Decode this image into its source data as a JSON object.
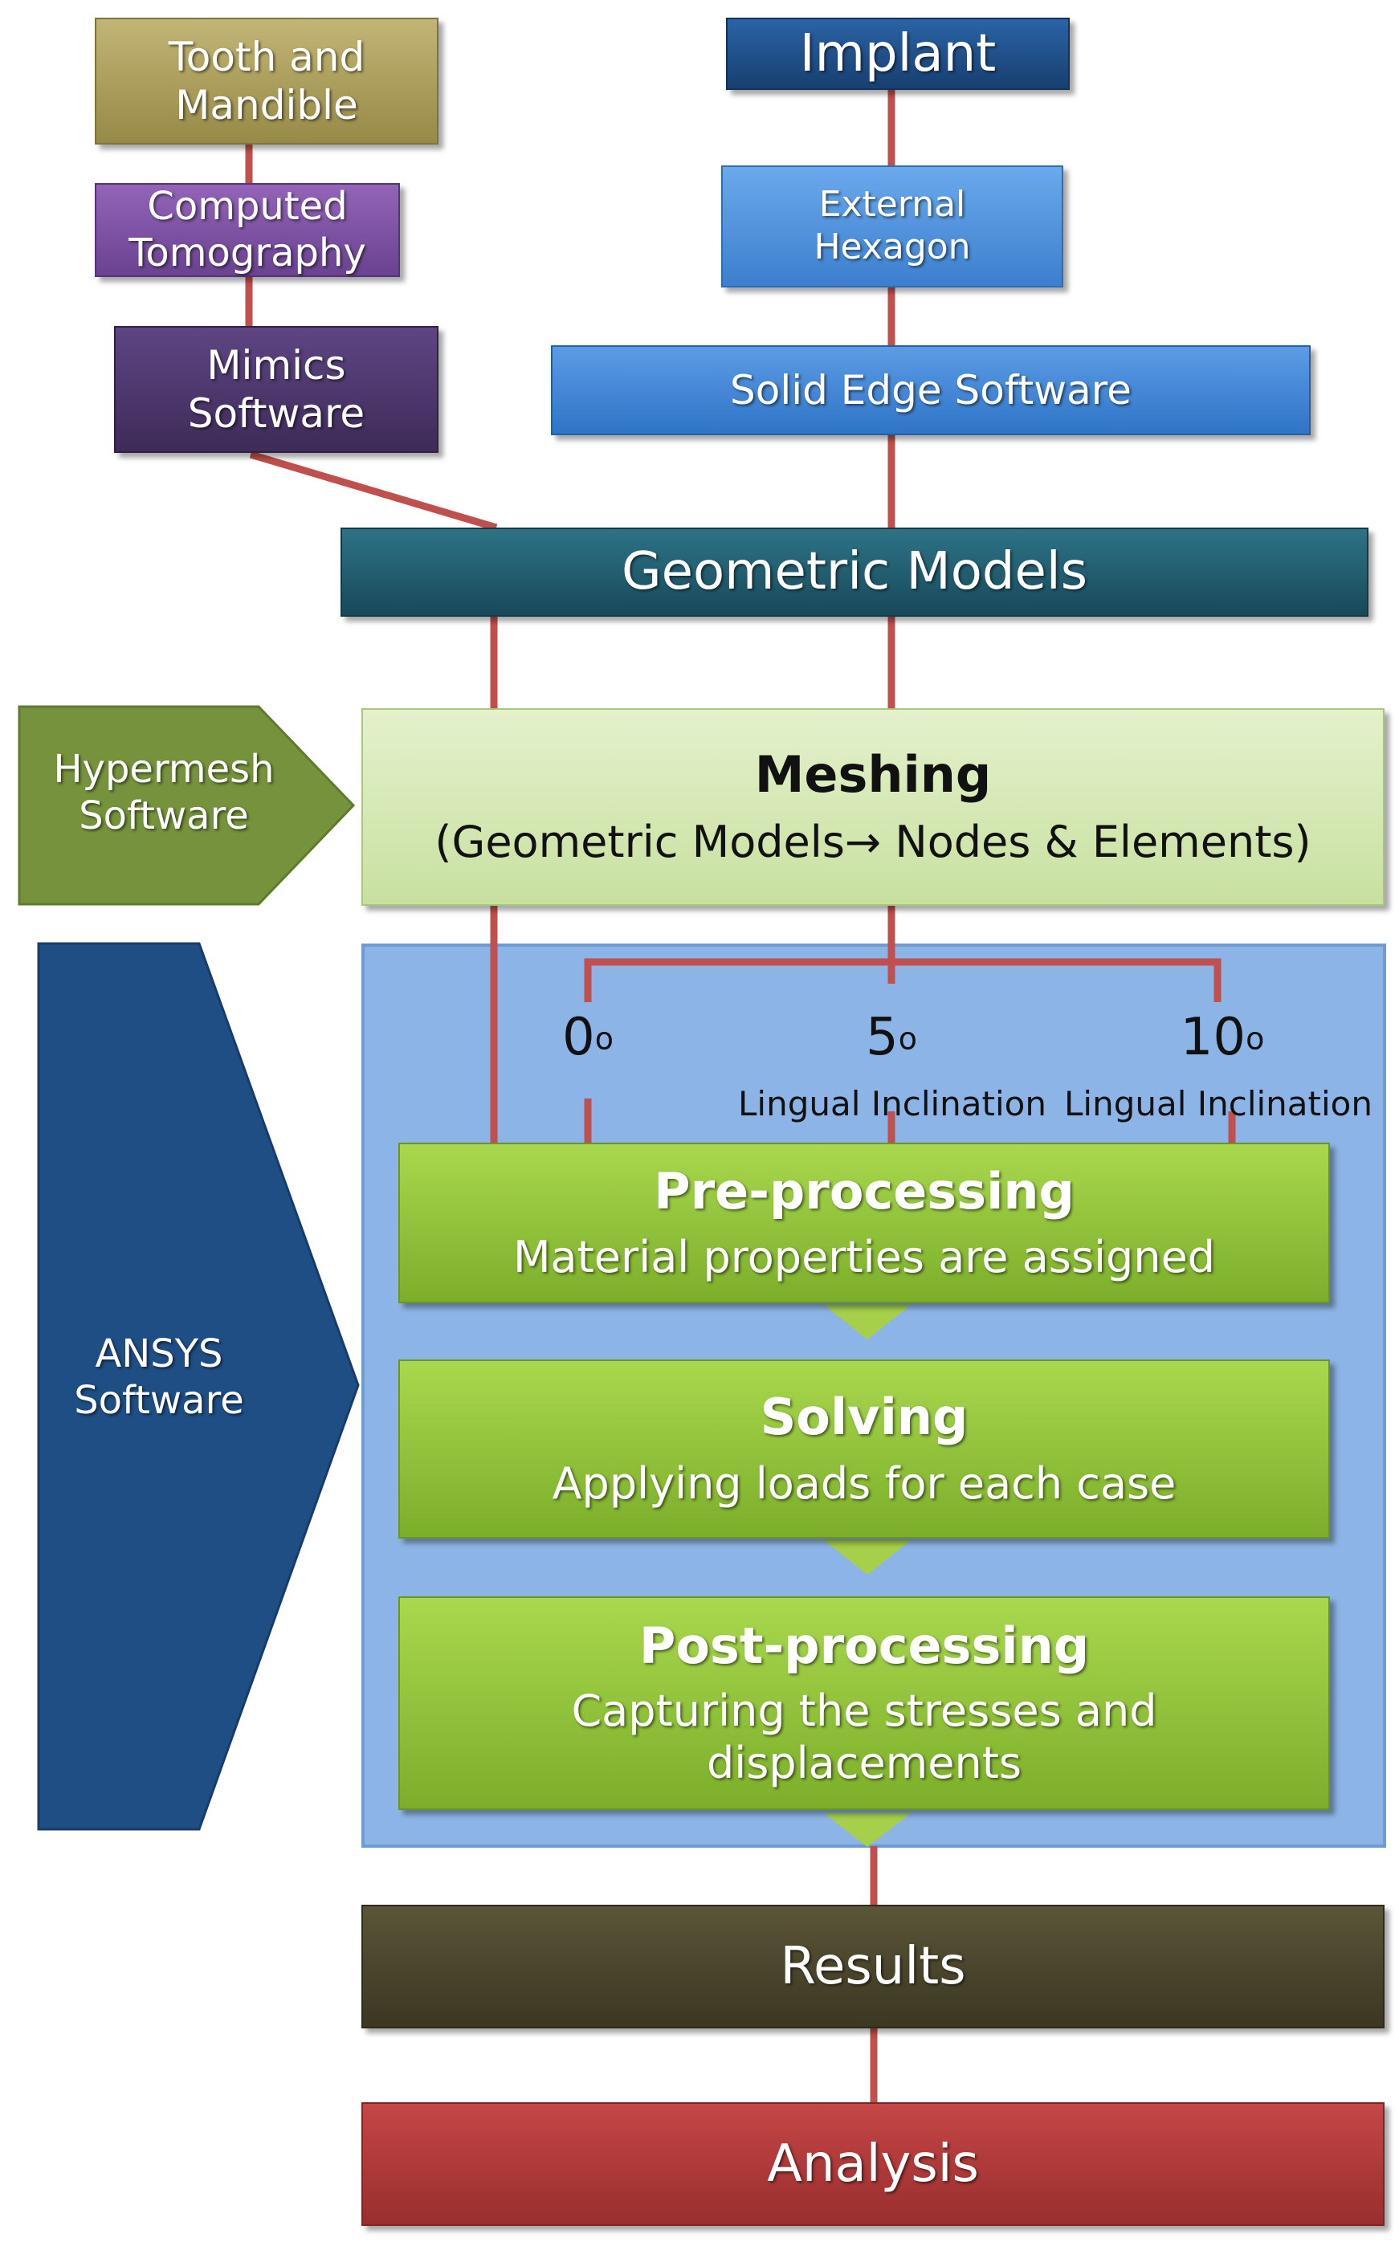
{
  "top_left": {
    "tooth_mandible": {
      "line1": "Tooth and",
      "line2": "Mandible"
    },
    "computed_tomography": {
      "line1": "Computed",
      "line2": "Tomography"
    },
    "mimics": {
      "line1": "Mimics",
      "line2": "Software"
    }
  },
  "top_right": {
    "implant": "Implant",
    "external_hexagon": {
      "line1": "External",
      "line2": "Hexagon"
    },
    "solid_edge": "Solid Edge Software"
  },
  "geometric_models": "Geometric Models",
  "hypermesh": {
    "line1": "Hypermesh",
    "line2": "Software"
  },
  "meshing": {
    "title": "Meshing",
    "subtitle": "(Geometric Models→ Nodes & Elements)"
  },
  "ansys": {
    "line1": "ANSYS",
    "line2": "Software"
  },
  "inclinations": [
    {
      "angle": "0",
      "sup": "o",
      "caption": ""
    },
    {
      "angle": "5",
      "sup": "o",
      "caption": "Lingual Inclination"
    },
    {
      "angle": "10",
      "sup": "o",
      "caption": "Lingual Inclination"
    }
  ],
  "steps": {
    "preprocessing": {
      "title": "Pre-processing",
      "desc": "Material properties are assigned"
    },
    "solving": {
      "title": "Solving",
      "desc": "Applying loads for each case"
    },
    "postprocessing": {
      "title": "Post-processing",
      "desc_line1": "Capturing the stresses and",
      "desc_line2": "displacements"
    }
  },
  "results": "Results",
  "analysis": "Analysis",
  "colors": {
    "connector": "#c0504d",
    "tooth": "#a89c5c",
    "ct": "#7a4f9e",
    "mimics": "#4b3566",
    "implant": "#1f4f8a",
    "hexagon": "#4a8fd8",
    "solidedge": "#3f86d4",
    "geometric": "#215c6e",
    "hypermesh": "#76923c",
    "meshing": "#d4e8b0",
    "ansys": "#1f4e85",
    "panel": "#8fb8e8",
    "step": "#8fc137",
    "results": "#4a4630",
    "analysis": "#b23b3b"
  }
}
